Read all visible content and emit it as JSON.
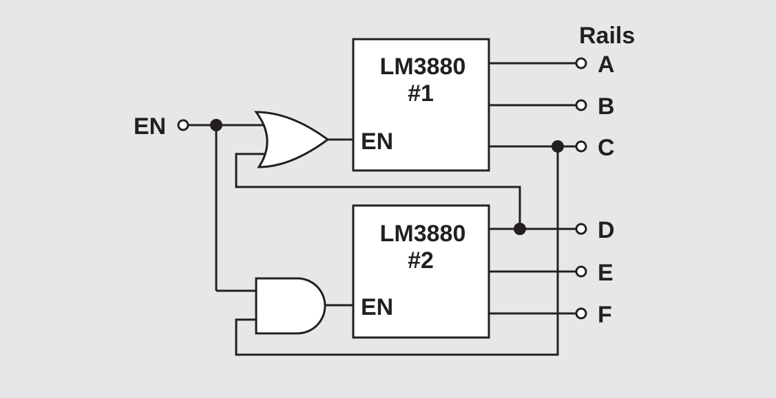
{
  "diagram": {
    "input": {
      "label": "EN"
    },
    "chip1": {
      "name": "LM3880",
      "number": "#1",
      "pin": "EN"
    },
    "chip2": {
      "name": "LM3880",
      "number": "#2",
      "pin": "EN"
    },
    "rails_header": "Rails",
    "rails": [
      "A",
      "B",
      "C",
      "D",
      "E",
      "F"
    ],
    "gates": {
      "upper": "OR gate",
      "lower": "AND gate"
    },
    "colors": {
      "background": "#e6e7e8",
      "ink": "#231f20",
      "fill": "#ffffff"
    }
  }
}
